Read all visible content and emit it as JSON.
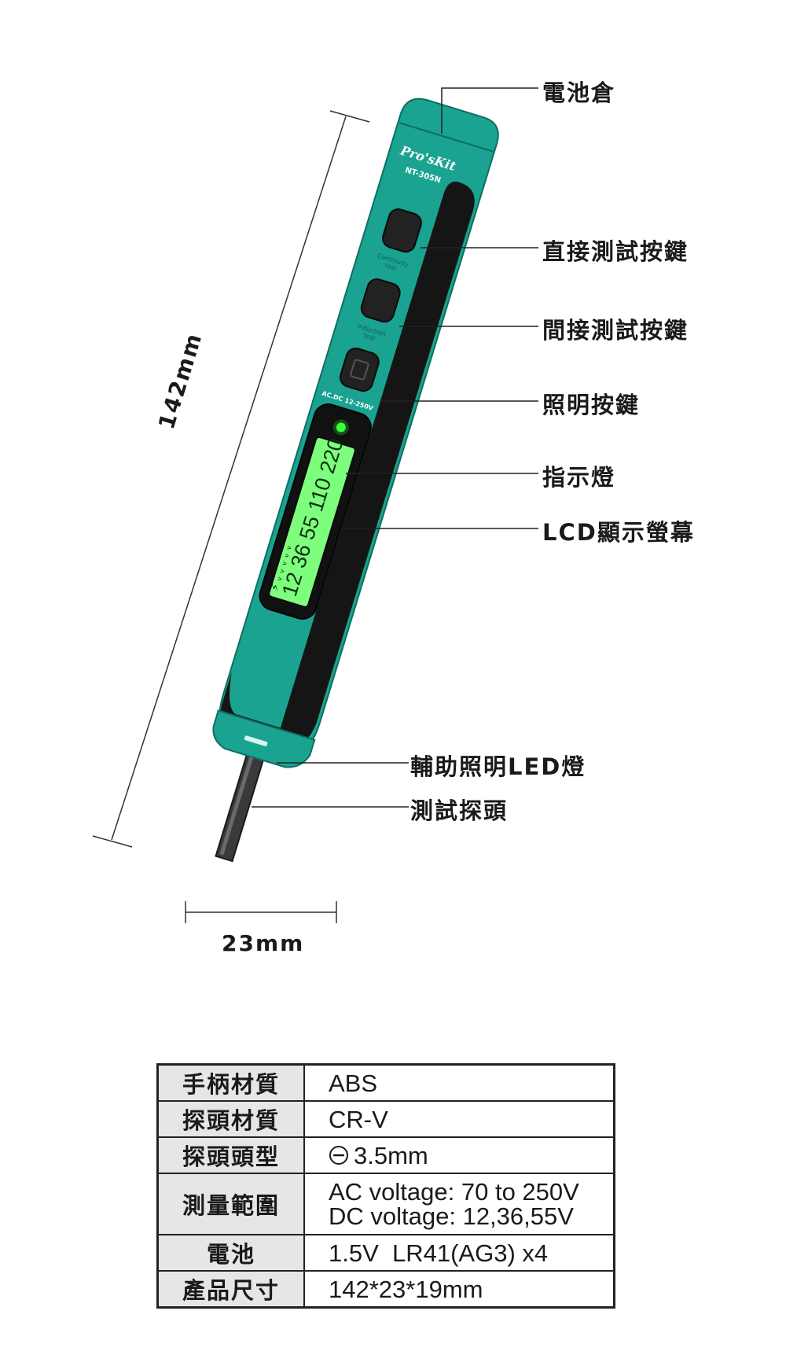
{
  "product": {
    "brand": "Pro'sKit",
    "model": "NT-305N",
    "button_labels": [
      "Continuity test",
      "Induction test"
    ],
    "voltage_marking": "AC.DC 12-250V",
    "lcd_readout": "12 36 55 110 220",
    "body_color": "#1aa391",
    "lcd_color": "#7dff7d"
  },
  "callouts": [
    {
      "id": "battery",
      "label": "電池倉"
    },
    {
      "id": "direct",
      "label": "直接測試按鍵"
    },
    {
      "id": "indirect",
      "label": "間接測試按鍵"
    },
    {
      "id": "light",
      "label": "照明按鍵"
    },
    {
      "id": "indicator",
      "label": "指示燈"
    },
    {
      "id": "lcd",
      "label": "LCD顯示螢幕"
    },
    {
      "id": "aux_led",
      "label": "輔助照明LED燈"
    },
    {
      "id": "probe",
      "label": "測試探頭"
    }
  ],
  "dimensions": {
    "length": "142mm",
    "width": "23mm"
  },
  "specs": [
    {
      "key": "手柄材質",
      "value": "ABS"
    },
    {
      "key": "探頭材質",
      "value": "CR-V"
    },
    {
      "key": "探頭頭型",
      "value": "3.5mm",
      "icon": "flathead-slot-icon"
    },
    {
      "key": "測量範圍",
      "value": "AC voltage: 70 to 250V",
      "value2": "DC voltage: 12,36,55V"
    },
    {
      "key": "電池",
      "value": "1.5V  LR41(AG3) x4"
    },
    {
      "key": "產品尺寸",
      "value": "142*23*19mm"
    }
  ]
}
